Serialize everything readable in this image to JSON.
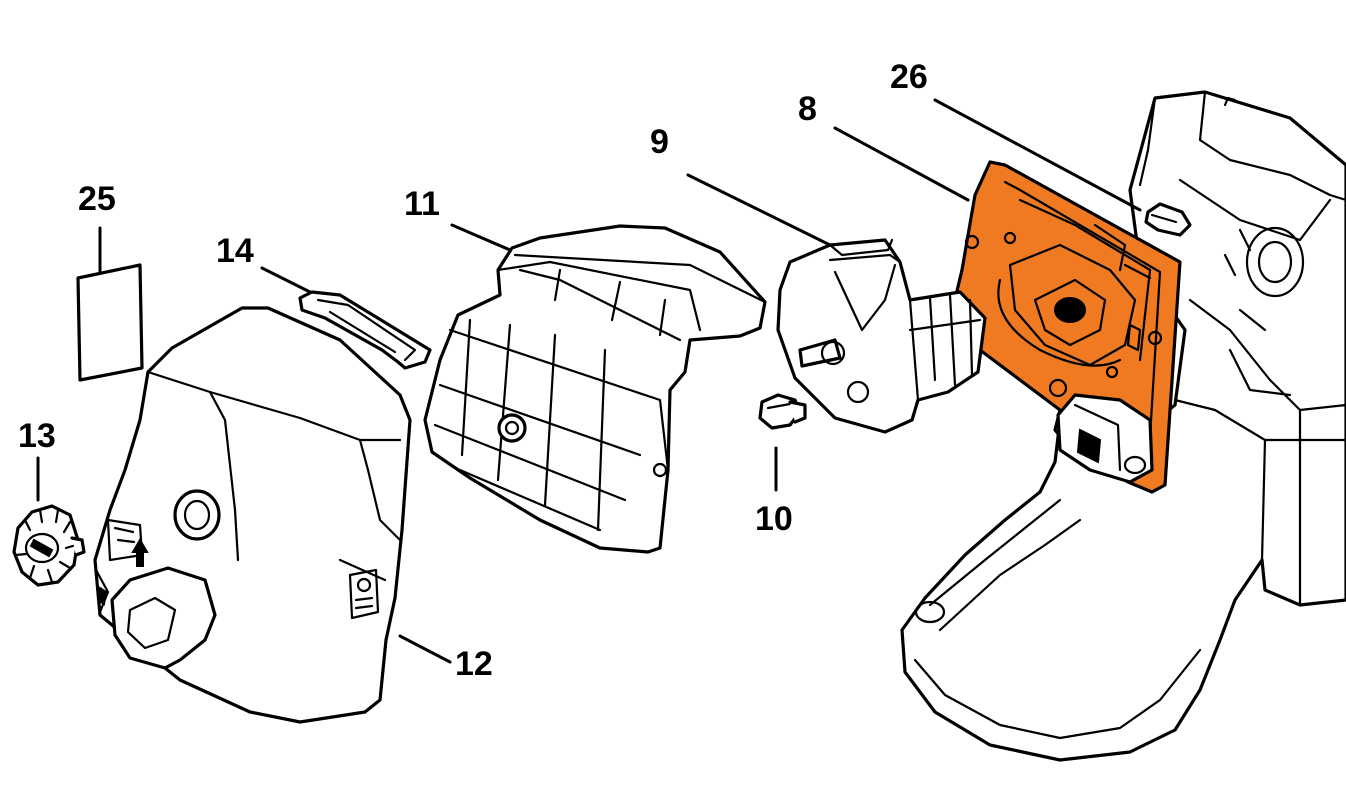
{
  "highlight_color": "#f07a22",
  "line_color": "#000000",
  "background_color": "#ffffff",
  "parts": [
    {
      "id": "part-8",
      "label": "8",
      "highlighted": true
    },
    {
      "id": "part-9",
      "label": "9",
      "highlighted": false
    },
    {
      "id": "part-10",
      "label": "10",
      "highlighted": false
    },
    {
      "id": "part-11",
      "label": "11",
      "highlighted": false
    },
    {
      "id": "part-12",
      "label": "12",
      "highlighted": false
    },
    {
      "id": "part-13",
      "label": "13",
      "highlighted": false
    },
    {
      "id": "part-14",
      "label": "14",
      "highlighted": false
    },
    {
      "id": "part-25",
      "label": "25",
      "highlighted": false
    },
    {
      "id": "part-26",
      "label": "26",
      "highlighted": false
    }
  ]
}
